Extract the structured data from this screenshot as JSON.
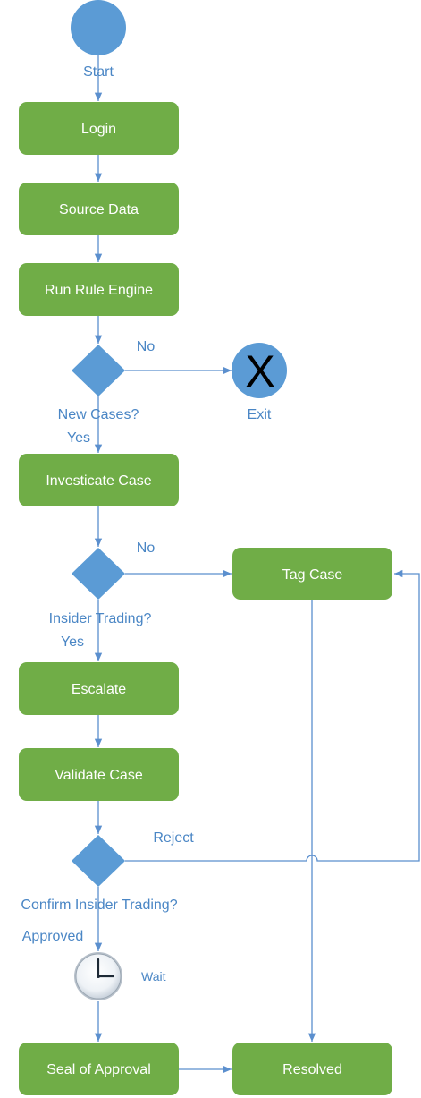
{
  "start": {
    "label": "Start"
  },
  "nodes": {
    "login": "Login",
    "source_data": "Source Data",
    "run_rule_engine": "Run Rule Engine",
    "investigate_case": "Investicate Case",
    "escalate": "Escalate",
    "validate_case": "Validate Case",
    "seal_of_approval": "Seal of Approval",
    "tag_case": "Tag Case",
    "resolved": "Resolved"
  },
  "decisions": {
    "new_cases": {
      "question": "New Cases?",
      "yes": "Yes",
      "no": "No"
    },
    "insider_trading": {
      "question": "Insider Trading?",
      "yes": "Yes",
      "no": "No"
    },
    "confirm_insider_trading": {
      "question": "Confirm Insider Trading?",
      "approved": "Approved",
      "reject": "Reject"
    }
  },
  "exit": {
    "symbol": "X",
    "label": "Exit"
  },
  "wait": {
    "label": "Wait"
  },
  "colors": {
    "process": "#70ad47",
    "decision": "#5b9bd5",
    "edge": "#5b8fce",
    "label": "#4a86c5"
  }
}
